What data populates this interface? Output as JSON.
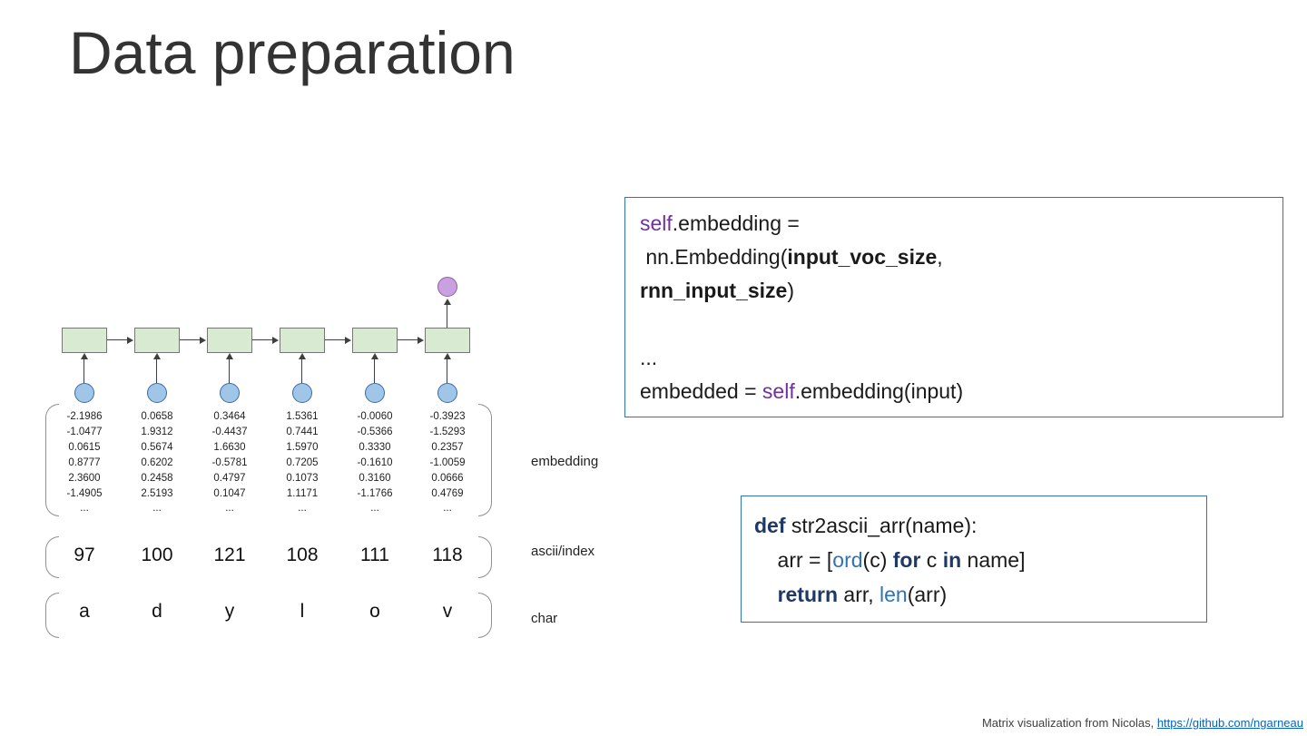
{
  "slide": {
    "title": "Data preparation"
  },
  "footer": {
    "text": "Matrix visualization from Nicolas, ",
    "link_text": "https://github.com/ngarneau"
  },
  "diagram": {
    "labels": {
      "embedding": "embedding",
      "ascii": "ascii/index",
      "char": "char"
    },
    "ascii_values": [
      "97",
      "100",
      "121",
      "108",
      "111",
      "118"
    ],
    "chars": [
      "a",
      "d",
      "y",
      "l",
      "o",
      "v"
    ],
    "embedding_columns": [
      [
        "-2.1986",
        "-1.0477",
        "0.0615",
        "0.8777",
        "2.3600",
        "-1.4905",
        "..."
      ],
      [
        "0.0658",
        "1.9312",
        "0.5674",
        "0.6202",
        "0.2458",
        "2.5193",
        "..."
      ],
      [
        "0.3464",
        "-0.4437",
        "1.6630",
        "-0.5781",
        "0.4797",
        "0.1047",
        "..."
      ],
      [
        "1.5361",
        "0.7441",
        "1.5970",
        "0.7205",
        "0.1073",
        "1.1171",
        "..."
      ],
      [
        "-0.0060",
        "-0.5366",
        "0.3330",
        "-0.1610",
        "0.3160",
        "-1.1766",
        "..."
      ],
      [
        "-0.3923",
        "-1.5293",
        "0.2357",
        "-1.0059",
        "0.0666",
        "0.4769",
        "..."
      ]
    ]
  },
  "code_embedding": {
    "lines": [
      [
        {
          "t": "self",
          "c": "self"
        },
        {
          "t": ".embedding =",
          "c": "plain"
        }
      ],
      [
        {
          "t": " nn.Embedding(",
          "c": "plain"
        },
        {
          "t": "input_voc_size",
          "c": "bold"
        },
        {
          "t": ",",
          "c": "plain"
        }
      ],
      [
        {
          "t": "rnn_input_size",
          "c": "bold"
        },
        {
          "t": ")",
          "c": "plain"
        }
      ],
      [],
      [
        {
          "t": "...",
          "c": "plain"
        }
      ],
      [
        {
          "t": "embedded = ",
          "c": "plain"
        },
        {
          "t": "self",
          "c": "self"
        },
        {
          "t": ".embedding(input)",
          "c": "plain"
        }
      ]
    ]
  },
  "code_str2ascii": {
    "lines": [
      [
        {
          "t": "def",
          "c": "kw"
        },
        {
          "t": " str2ascii_arr(name):",
          "c": "plain"
        }
      ],
      [
        {
          "t": "    arr = [",
          "c": "plain"
        },
        {
          "t": "ord",
          "c": "fn"
        },
        {
          "t": "(c) ",
          "c": "plain"
        },
        {
          "t": "for",
          "c": "kw"
        },
        {
          "t": " c ",
          "c": "plain"
        },
        {
          "t": "in",
          "c": "kw"
        },
        {
          "t": " name]",
          "c": "plain"
        }
      ],
      [
        {
          "t": "    ",
          "c": "plain"
        },
        {
          "t": "return",
          "c": "kw"
        },
        {
          "t": " arr, ",
          "c": "plain"
        },
        {
          "t": "len",
          "c": "fn"
        },
        {
          "t": "(arr)",
          "c": "plain"
        }
      ]
    ]
  },
  "colors": {
    "box_border": "#2e75b6",
    "keyword": "#1f3864",
    "function": "#2e74b5",
    "self": "#7030a0",
    "link": "#0563c1",
    "rect_fill": "#d9ead3",
    "circle_blue": "#9fc5e8",
    "circle_purple": "#c9a0e0"
  }
}
